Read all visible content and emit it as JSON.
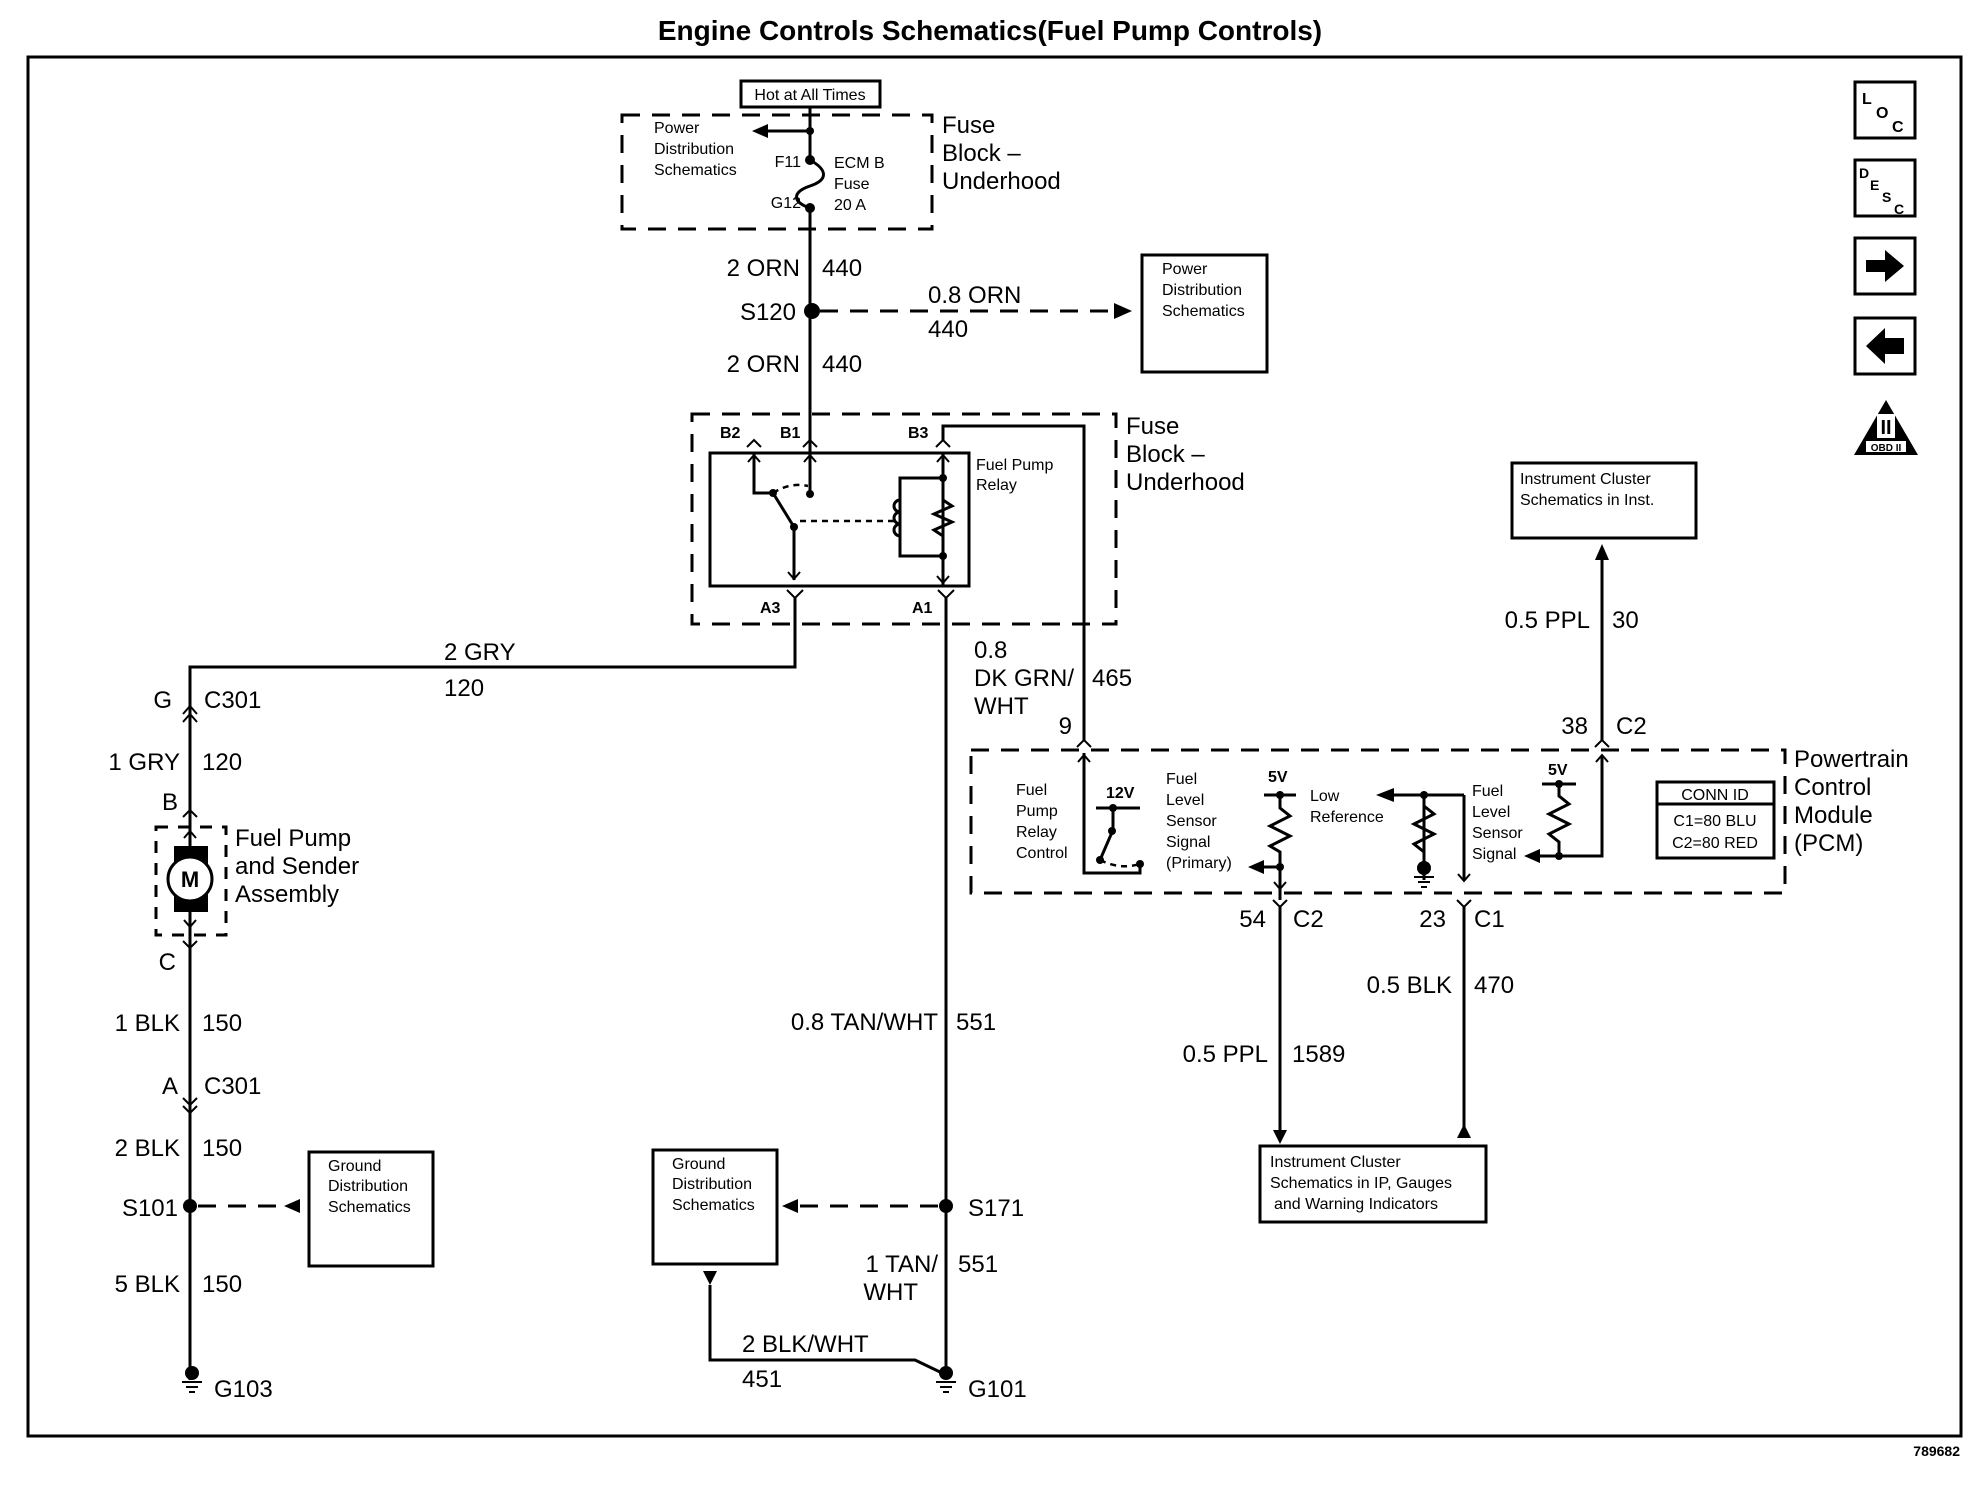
{
  "title": "Engine Controls Schematics(Fuel Pump Controls)",
  "figure_id": "789682",
  "nav_icons": [
    {
      "name": "loc-icon",
      "text": "LOC"
    },
    {
      "name": "desc-icon",
      "text": "DESC"
    },
    {
      "name": "next-arrow-icon",
      "text": "→"
    },
    {
      "name": "prev-arrow-icon",
      "text": "←"
    },
    {
      "name": "obd-ii-icon",
      "text": "OBD II",
      "numeral": "II"
    }
  ],
  "power": {
    "hot_label": "Hot at All Times",
    "fuse_block_label": [
      "Fuse",
      "Block –",
      "Underhood"
    ],
    "pds_label": [
      "Power",
      "Distribution",
      "Schematics"
    ],
    "fuse_pins": {
      "top": "F11",
      "bottom": "G12"
    },
    "fuse_label": [
      "ECM B",
      "Fuse",
      "20 A"
    ]
  },
  "wires": {
    "orn_upper": {
      "gauge_color": "2 ORN",
      "circuit": "440"
    },
    "splice_s120": "S120",
    "orn_branch": {
      "gauge_color": "0.8 ORN",
      "circuit": "440"
    },
    "orn_lower": {
      "gauge_color": "2 ORN",
      "circuit": "440"
    },
    "gry_relay": {
      "gauge_color": "2 GRY",
      "circuit": "120"
    },
    "gry_pump": {
      "gauge_color": "1 GRY",
      "circuit": "120"
    },
    "dkgrn": {
      "gauge_line1": "0.8",
      "gauge_line2": "DK GRN/",
      "gauge_line3": "WHT",
      "circuit": "465"
    },
    "ppl_cluster": {
      "gauge_color": "0.5 PPL",
      "circuit": "30"
    },
    "blk_pump": {
      "gauge_color": "1 BLK",
      "circuit": "150"
    },
    "blk_mid": {
      "gauge_color": "2 BLK",
      "circuit": "150"
    },
    "blk_gnd": {
      "gauge_color": "5 BLK",
      "circuit": "150"
    },
    "tanwht_upper": {
      "gauge_color": "0.8 TAN/WHT",
      "circuit": "551"
    },
    "tanwht_lower": {
      "gauge_line1": "1 TAN/",
      "gauge_line2": "WHT",
      "circuit": "551"
    },
    "blkwht": {
      "gauge_color": "2 BLK/WHT",
      "circuit": "451"
    },
    "ppl_sensor": {
      "gauge_color": "0.5 PPL",
      "circuit": "1589"
    },
    "blk_lowref": {
      "gauge_color": "0.5 BLK",
      "circuit": "470"
    }
  },
  "relay": {
    "pins": {
      "b2": "B2",
      "b1": "B1",
      "b3": "B3",
      "a3": "A3",
      "a1": "A1"
    },
    "label": [
      "Fuel Pump",
      "Relay"
    ],
    "block_label": [
      "Fuse",
      "Block –",
      "Underhood"
    ]
  },
  "pds_box_right": [
    "Power",
    "Distribution",
    "Schematics"
  ],
  "pump": {
    "connector_top": {
      "pin": "G",
      "name": "C301"
    },
    "pin_b": "B",
    "pin_c": "C",
    "connector_bottom": {
      "pin": "A",
      "name": "C301"
    },
    "motor": "M",
    "label": [
      "Fuel Pump",
      "and Sender",
      "Assembly"
    ]
  },
  "grounds": {
    "s101": "S101",
    "g103": "G103",
    "s171": "S171",
    "g101": "G101",
    "gds_label": [
      "Ground",
      "Distribution",
      "Schematics"
    ]
  },
  "pcm": {
    "label": [
      "Powertrain",
      "Control",
      "Module",
      "(PCM)"
    ],
    "pin9": "9",
    "pin38": "38",
    "conn_c2_top": "C2",
    "pin54": "54",
    "conn_c2_bottom": "C2",
    "pin23": "23",
    "conn_c1": "C1",
    "relay_control": [
      "Fuel",
      "Pump",
      "Relay",
      "Control"
    ],
    "v12": "12V",
    "primary_signal": [
      "Fuel",
      "Level",
      "Sensor",
      "Signal",
      "(Primary)"
    ],
    "v5a": "5V",
    "low_ref": [
      "Low",
      "Reference"
    ],
    "signal": [
      "Fuel",
      "Level",
      "Sensor",
      "Signal"
    ],
    "v5b": "5V",
    "conn_id": {
      "title": "CONN ID",
      "c1": "C1=80 BLU",
      "c2": "C2=80 RED"
    }
  },
  "cluster_top": [
    "Instrument Cluster",
    "Schematics in  Inst."
  ],
  "cluster_bottom": [
    "Instrument Cluster",
    "Schematics in IP, Gauges",
    "and  Warning Indicators"
  ]
}
